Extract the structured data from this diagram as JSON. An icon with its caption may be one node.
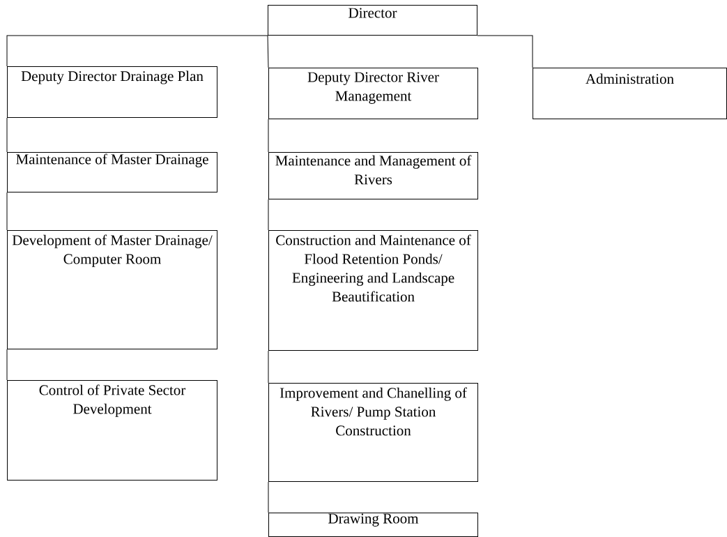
{
  "diagram": {
    "nodes": [
      {
        "text": [
          "Director"
        ]
      },
      {
        "text": [
          "Deputy Director Drainage Plan"
        ]
      },
      {
        "text": [
          "Maintenance of Master Drainage"
        ]
      },
      {
        "text": [
          "Development of Master Drainage/ Computer Room"
        ]
      },
      {
        "text": [
          "Control of Private Sector Development"
        ]
      },
      {
        "text": [
          "Deputy Director River Management"
        ]
      },
      {
        "text": [
          "Maintenance and Management of Rivers"
        ]
      },
      {
        "text": [
          "Construction and Maintenance of Flood Retention Ponds/ Engineering and Landscape Beautification"
        ]
      },
      {
        "text": [
          "Improvement and Chanelling of Rivers/ Pump Station Construction"
        ]
      },
      {
        "text": [
          "Drawing Room"
        ]
      },
      {
        "text": [
          "Administration"
        ]
      }
    ],
    "edges": [
      {
        "from": 0,
        "to": 1,
        "arrow": "none"
      },
      {
        "from": 1,
        "to": 2,
        "arrow": "none"
      },
      {
        "from": 2,
        "to": 3,
        "arrow": "none"
      },
      {
        "from": 3,
        "to": 4,
        "arrow": "none"
      },
      {
        "from": 0,
        "to": 5,
        "arrow": "none"
      },
      {
        "from": 5,
        "to": 6,
        "arrow": "none"
      },
      {
        "from": 6,
        "to": 7,
        "arrow": "none"
      },
      {
        "from": 7,
        "to": 8,
        "arrow": "none"
      },
      {
        "from": 8,
        "to": 9,
        "arrow": "none"
      },
      {
        "from": 0,
        "to": 10,
        "arrow": "none"
      }
    ]
  }
}
